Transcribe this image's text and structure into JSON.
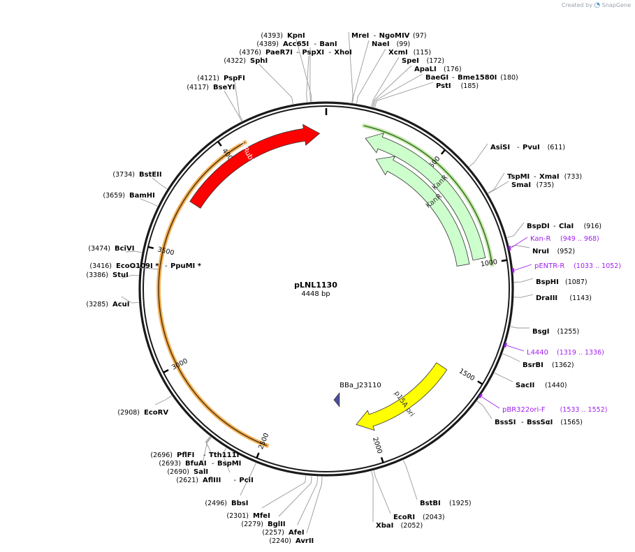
{
  "credit": {
    "prefix": "Created by",
    "brand": "SnapGene"
  },
  "plasmid": {
    "name": "pLNL1130",
    "length_label": "4448 bp",
    "length": 4448
  },
  "colors": {
    "backbone": "#1a1a1a",
    "mRuby2": "#ff0000",
    "KanR": "#ccffcc",
    "p15A_ori": "#ffff00",
    "promoter": "#4d4d99",
    "highlight": "#f4b35a",
    "primer": "#a020f0",
    "kanr_outline": "#2f7a1a"
  },
  "ticks": [
    {
      "label": "500",
      "pos": 500
    },
    {
      "label": "1000",
      "pos": 1000
    },
    {
      "label": "1500",
      "pos": 1500
    },
    {
      "label": "2000",
      "pos": 2000
    },
    {
      "label": "2500",
      "pos": 2500
    },
    {
      "label": "3000",
      "pos": 3000
    },
    {
      "label": "3500",
      "pos": 3500
    },
    {
      "label": "4000",
      "pos": 4000
    }
  ],
  "features": [
    {
      "name": "mRuby2",
      "start": 3740,
      "end": 4418,
      "strand": 1,
      "ring": 0,
      "color": "#ff0000",
      "label": "mRuby2",
      "label_color": "#ffffff"
    },
    {
      "name": "KanR-1",
      "start": 180,
      "end": 975,
      "strand": -1,
      "ring": 0,
      "color": "#ccffcc",
      "label": "KanR",
      "label_color": "#333333"
    },
    {
      "name": "KanR-2",
      "start": 260,
      "end": 990,
      "strand": -1,
      "ring": 1,
      "color": "#ccffcc",
      "label": "KanR",
      "label_color": "#333333"
    },
    {
      "name": "p15A-ori",
      "start": 1530,
      "end": 2070,
      "strand": 1,
      "ring": 1,
      "color": "#ffff00",
      "label": "p15A ori",
      "label_color": "#333333"
    }
  ],
  "promoter": {
    "label": "BBa_J23110",
    "pos": 2140
  },
  "sites": [
    {
      "id": "kpni",
      "pos": "(4393)",
      "names": [
        "KpnI"
      ],
      "side": "L"
    },
    {
      "id": "acc65i",
      "pos": "(4389)",
      "names": [
        "Acc65I",
        "BanI"
      ],
      "side": "L"
    },
    {
      "id": "paer7i",
      "pos": "(4376)",
      "names": [
        "PaeR7I",
        "PspXI",
        "XhoI"
      ],
      "side": "L"
    },
    {
      "id": "sphi",
      "pos": "(4322)",
      "names": [
        "SphI"
      ],
      "side": "L"
    },
    {
      "id": "pspfi",
      "pos": "(4121)",
      "names": [
        "PspFI"
      ],
      "side": "L"
    },
    {
      "id": "bseyi",
      "pos": "(4117)",
      "names": [
        "BseYI"
      ],
      "side": "L"
    },
    {
      "id": "bsteii",
      "pos": "(3734)",
      "names": [
        "BstEII"
      ],
      "side": "L"
    },
    {
      "id": "bamhi",
      "pos": "(3659)",
      "names": [
        "BamHI"
      ],
      "side": "L"
    },
    {
      "id": "bcivi",
      "pos": "(3474)",
      "names": [
        "BciVI"
      ],
      "side": "L"
    },
    {
      "id": "eco0109i",
      "pos": "(3416)",
      "names": [
        "EcoO109I *",
        "PpuMI *"
      ],
      "side": "L"
    },
    {
      "id": "stui",
      "pos": "(3386)",
      "names": [
        "StuI"
      ],
      "side": "L"
    },
    {
      "id": "acui",
      "pos": "(3285)",
      "names": [
        "AcuI"
      ],
      "side": "L"
    },
    {
      "id": "ecorv",
      "pos": "(2908)",
      "names": [
        "EcoRV"
      ],
      "side": "L"
    },
    {
      "id": "pflfi",
      "pos": "(2696)",
      "names": [
        "PflFI",
        "Tth111I"
      ],
      "side": "L"
    },
    {
      "id": "bfuai",
      "pos": "(2693)",
      "names": [
        "BfuAI",
        "BspMI"
      ],
      "side": "L"
    },
    {
      "id": "sali",
      "pos": "(2690)",
      "names": [
        "SalI"
      ],
      "side": "L"
    },
    {
      "id": "afliii",
      "pos": "(2621)",
      "names": [
        "AflIII",
        "PciI"
      ],
      "side": "L"
    },
    {
      "id": "bbsi",
      "pos": "(2496)",
      "names": [
        "BbsI"
      ],
      "side": "L"
    },
    {
      "id": "mfei",
      "pos": "(2301)",
      "names": [
        "MfeI"
      ],
      "side": "L"
    },
    {
      "id": "bglii",
      "pos": "(2279)",
      "names": [
        "BglII"
      ],
      "side": "L"
    },
    {
      "id": "afei",
      "pos": "(2257)",
      "names": [
        "AfeI"
      ],
      "side": "L"
    },
    {
      "id": "avrii",
      "pos": "(2240)",
      "names": [
        "AvrII"
      ],
      "side": "L"
    },
    {
      "id": "mrei",
      "pos": "(97)",
      "names": [
        "MreI",
        "NgoMIV"
      ],
      "side": "R"
    },
    {
      "id": "naei",
      "pos": "(99)",
      "names": [
        "NaeI"
      ],
      "side": "R"
    },
    {
      "id": "xcmi",
      "pos": "(115)",
      "names": [
        "XcmI"
      ],
      "side": "R"
    },
    {
      "id": "spei",
      "pos": "(172)",
      "names": [
        "SpeI"
      ],
      "side": "R"
    },
    {
      "id": "apali",
      "pos": "(176)",
      "names": [
        "ApaLI"
      ],
      "side": "R"
    },
    {
      "id": "baegi",
      "pos": "(180)",
      "names": [
        "BaeGI",
        "Bme1580I"
      ],
      "side": "R"
    },
    {
      "id": "psti",
      "pos": "(185)",
      "names": [
        "PstI"
      ],
      "side": "R"
    },
    {
      "id": "asisi",
      "pos": "(611)",
      "names": [
        "AsiSI",
        "PvuI"
      ],
      "side": "R"
    },
    {
      "id": "tspmi",
      "pos": "(733)",
      "names": [
        "TspMI",
        "XmaI"
      ],
      "side": "R"
    },
    {
      "id": "smai",
      "pos": "(735)",
      "names": [
        "SmaI"
      ],
      "side": "R"
    },
    {
      "id": "bspdi",
      "pos": "(916)",
      "names": [
        "BspDI",
        "ClaI"
      ],
      "side": "R"
    },
    {
      "id": "nrui",
      "pos": "(952)",
      "names": [
        "NruI"
      ],
      "side": "R"
    },
    {
      "id": "bsphi",
      "pos": "(1087)",
      "names": [
        "BspHI"
      ],
      "side": "R"
    },
    {
      "id": "draiii",
      "pos": "(1143)",
      "names": [
        "DraIII"
      ],
      "side": "R"
    },
    {
      "id": "bsgi",
      "pos": "(1255)",
      "names": [
        "BsgI"
      ],
      "side": "R"
    },
    {
      "id": "bsrbi",
      "pos": "(1362)",
      "names": [
        "BsrBI"
      ],
      "side": "R"
    },
    {
      "id": "sacii",
      "pos": "(1440)",
      "names": [
        "SacII"
      ],
      "side": "R"
    },
    {
      "id": "bsssi",
      "pos": "(1565)",
      "names": [
        "BssSI",
        "BssSαI"
      ],
      "side": "R"
    },
    {
      "id": "bstbi",
      "pos": "(1925)",
      "names": [
        "BstBI"
      ],
      "side": "R"
    },
    {
      "id": "ecori",
      "pos": "(2043)",
      "names": [
        "EcoRI"
      ],
      "side": "R"
    },
    {
      "id": "xbai",
      "pos": "(2052)",
      "names": [
        "XbaI"
      ],
      "side": "R"
    }
  ],
  "primers": [
    {
      "id": "kan-r",
      "name": "Kan-R",
      "range": "(949 .. 968)"
    },
    {
      "id": "pentr-r",
      "name": "pENTR-R",
      "range": "(1033 .. 1052)"
    },
    {
      "id": "l4440",
      "name": "L4440",
      "range": "(1319 .. 1336)"
    },
    {
      "id": "pbr322ori-f",
      "name": "pBR322ori-F",
      "range": "(1533 .. 1552)"
    }
  ]
}
